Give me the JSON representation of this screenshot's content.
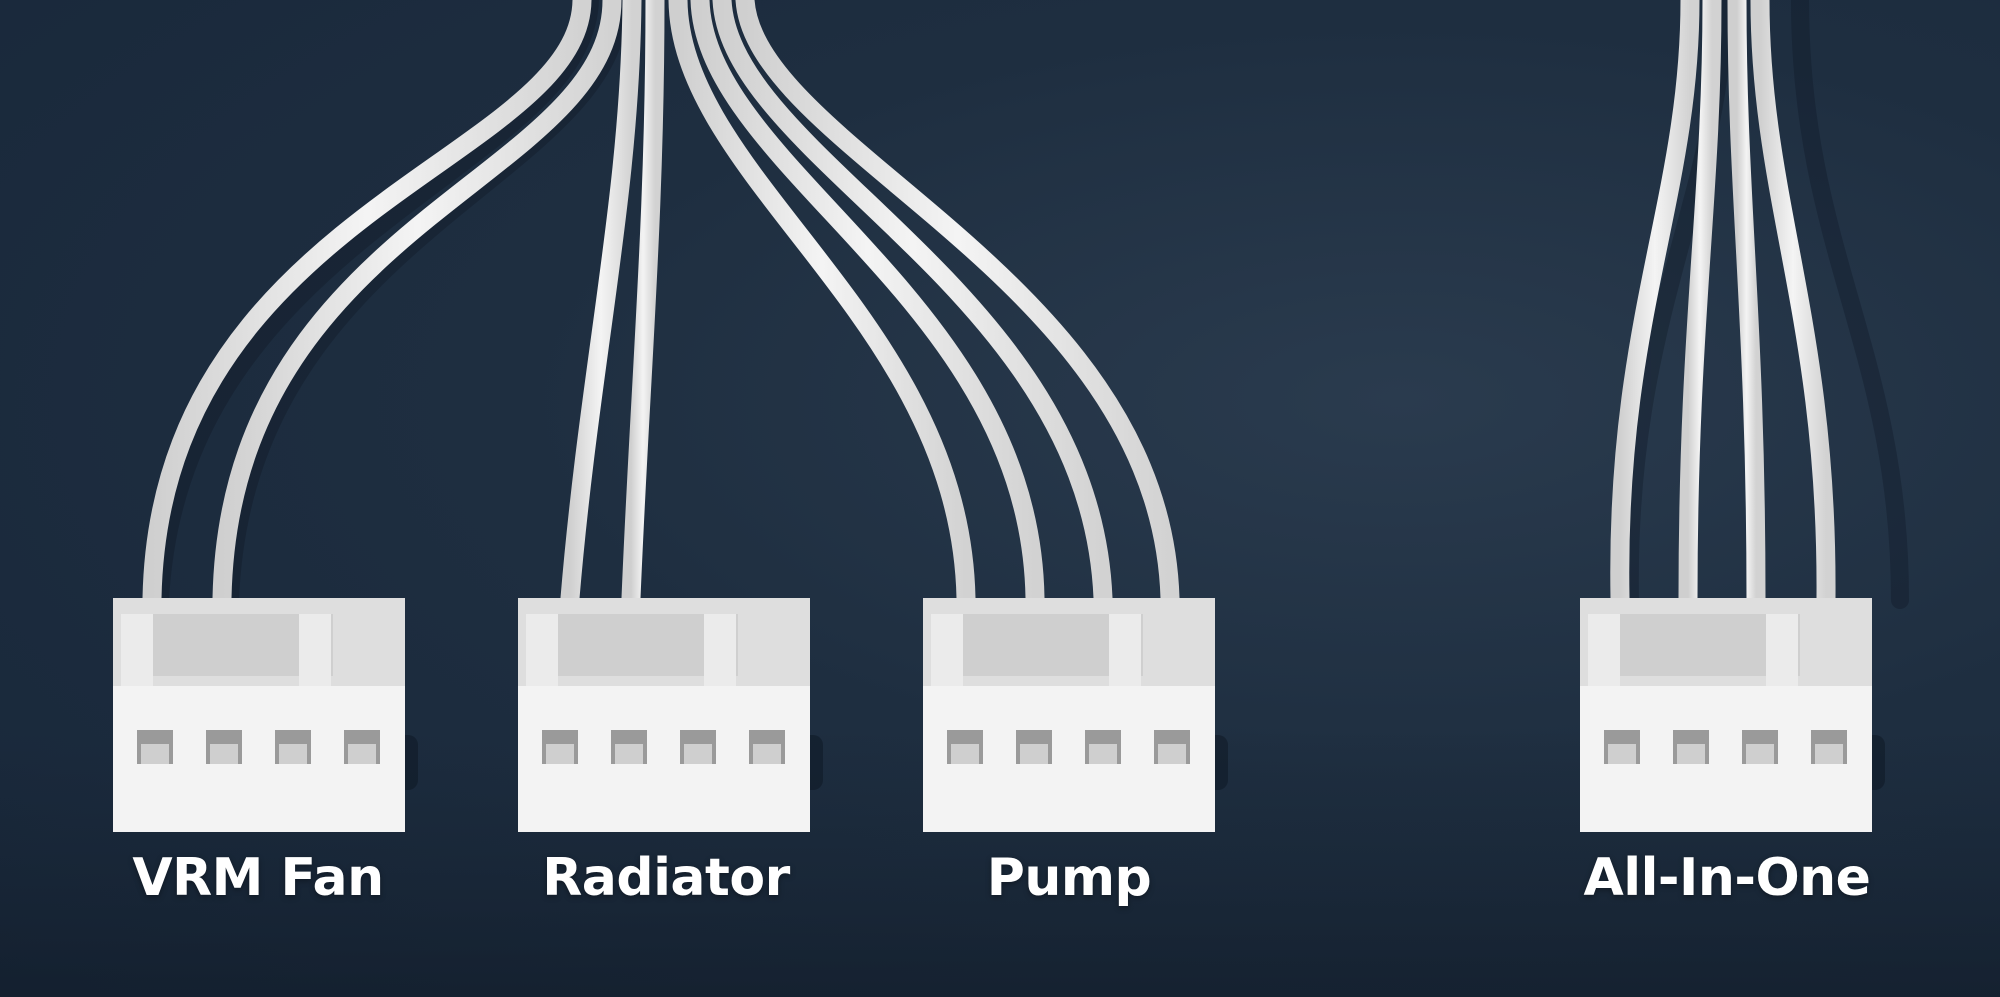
{
  "image": {
    "background_color": "#1e2e40",
    "cable_color": "#ececec",
    "connector_color": "#f2f2f2"
  },
  "labels": {
    "vrm_fan": "VRM Fan",
    "radiator": "Radiator",
    "pump": "Pump",
    "all_in_one": "All-In-One"
  }
}
